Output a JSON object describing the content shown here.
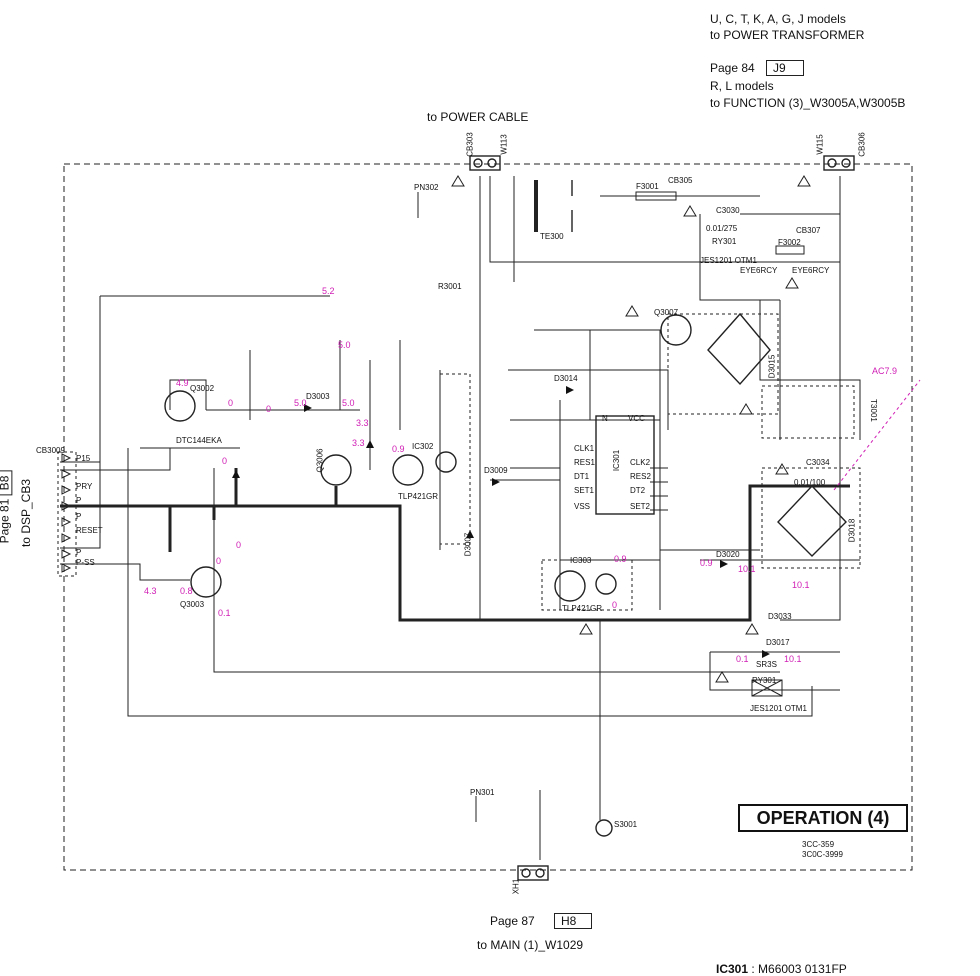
{
  "header": {
    "line1": "U, C, T, K, A, G, J models",
    "line2": "to POWER TRANSFORMER",
    "page_ref": "Page 84",
    "page_ref_box": "J9",
    "line3": "R, L models",
    "line4": "to FUNCTION (3)_W3005A,W3005B"
  },
  "power_cable": "to POWER CABLE",
  "title": "OPERATION (4)",
  "connectors": {
    "cb303": "CB303",
    "cb306": "CB306",
    "w313": "W113",
    "w315": "W115",
    "pn302": "PN302",
    "pn301": "PN301",
    "xh1": "XH1",
    "cb3009": "CB3009"
  },
  "left_ref": {
    "page": "Page 81",
    "box": "B8",
    "to": "to DSP_CB3"
  },
  "left_pins": [
    "P15",
    "",
    "PRY",
    "",
    "P",
    "P",
    "RESET",
    "",
    "P",
    "P-SS"
  ],
  "bottom_ref": {
    "page": "Page 87",
    "box": "H8",
    "to": "to MAIN (1)_W1029"
  },
  "footer": {
    "ic": "IC301",
    "ic_desc": ": M66003 0131FP"
  },
  "code_ref": [
    "3CC-359",
    "3C0C-3999"
  ],
  "components": {
    "q3002": "Q3002",
    "dtc": "DTC144EKA",
    "q3003": "Q3003",
    "q3006": "Q3006",
    "q3007": "Q3007",
    "ic302": "IC302",
    "ic303": "IC303",
    "tlp": "TLP421GR",
    "ic301": "IC301",
    "d3015": "D3015",
    "d3018": "D3018",
    "t3001": "T3001",
    "ry301_top": "RY301",
    "ry301_bot": "RY301",
    "jes": "JES1201 OTM1",
    "eye1": "EYE6RCY",
    "eye2": "EYE6RCY",
    "f3001": "F3001",
    "f3002": "F3002",
    "cb305": "CB305",
    "cb307": "CB307",
    "c3030": "C3030",
    "c3034": "C3034",
    "c3034_val": "0.01/100",
    "c3030_val": "0.01/275",
    "d3033": "D3033",
    "d3017": "D3017",
    "s3001": "S3001",
    "te300": "TE300",
    "r3001": "R3001",
    "d3014": "D3014",
    "d3009": "D3009",
    "d3007": "D3007",
    "d3003": "D3003",
    "ac": "AC7.9",
    "sr": "SR3S",
    "ic_pins_l": [
      "CLK1",
      "RES1",
      "DT1",
      "SET1",
      "VSS"
    ],
    "ic_pins_r": [
      "CLK2",
      "RES2",
      "DT2",
      "SET2"
    ],
    "ic_top_pins": [
      "N",
      "VCC"
    ],
    "d3020": "D3020"
  },
  "voltages": {
    "v52": "5.2",
    "v50a": "5.0",
    "v50b": "5.0",
    "v50c": "5.0",
    "v49": "4.9",
    "v0a": "0",
    "v0b": "0",
    "v0c": "0",
    "v09": "0.9",
    "v33": "3.3",
    "v33b": "3.3",
    "v43": "4.3",
    "v08": "0.8",
    "v01": "0.1",
    "v0d": "0",
    "v09b": "0.9",
    "v09c": "0.9",
    "v0e": "0",
    "v101": "10.1",
    "v102": "10.1",
    "v01b": "0.1",
    "v101b": "10.1",
    "v0f": "0"
  }
}
